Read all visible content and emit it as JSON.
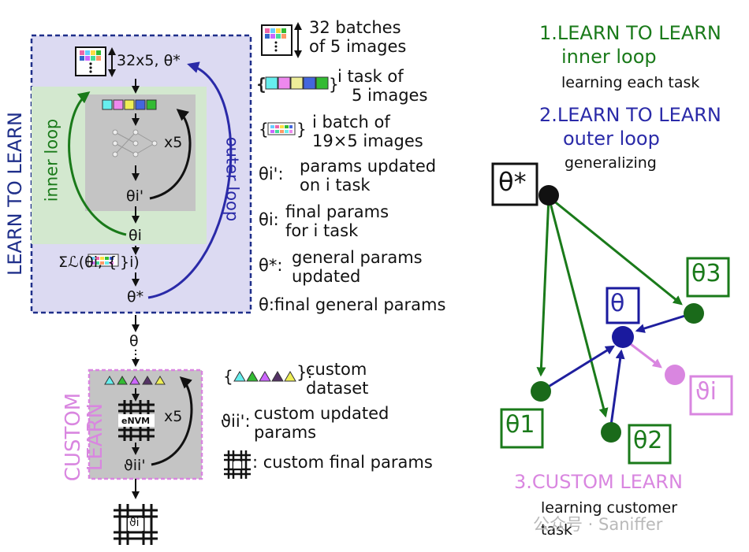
{
  "left": {
    "vertical_learn_to_learn": "LEARN TO LEARN",
    "inner_loop_label": "inner loop",
    "outer_loop_label": "outer loop",
    "batch_dims": "32x5, θ*",
    "repeat_inner": "x5",
    "theta_i_prime": "θi'",
    "theta_i": "θi",
    "loss_expr_prefix": "Σℒ(θi, {",
    "loss_expr_suffix": "}i)",
    "theta_star": "θ*",
    "theta": "θ",
    "vertical_custom": "CUSTOM",
    "vertical_learn": "LEARN",
    "custom_repeat": "x5",
    "envm": "eNVM",
    "vartheta_ii": "ϑii'",
    "bottom_vartheta": "ϑi"
  },
  "legend": {
    "batches_line1": "32 batches",
    "batches_line2": "of 5 images",
    "task_line1": "i task of",
    "task_line2": "5 images",
    "batch_line1": "i batch of",
    "batch_line2": "19×5 images",
    "params_updated_sym": "θi':",
    "params_updated_line1": "params updated",
    "params_updated_line2": "on i task",
    "final_params_sym": "θi:",
    "final_params_line1": "final params",
    "final_params_line2": "for i task",
    "general_sym": "θ*:",
    "general_line1": "general params",
    "general_line2": "updated",
    "final_general": "θ:final general params",
    "custom_dataset_suffix": "}:",
    "custom_dataset_line1": "custom",
    "custom_dataset_line2": "dataset",
    "custom_updated_sym": "ϑii':",
    "custom_updated_line1": "custom updated",
    "custom_updated_line2": "params",
    "custom_final": ": custom final params"
  },
  "right": {
    "heading1_a": "1.LEARN TO LEARN",
    "heading1_b": "inner loop",
    "heading1_c": "learning each task",
    "heading2_a": "2.LEARN TO LEARN",
    "heading2_b": "outer loop",
    "heading2_c": "generalizing",
    "theta_star_box": "θ*",
    "theta_center": "θ",
    "theta1": "θ1",
    "theta2": "θ2",
    "theta3": "θ3",
    "vartheta_i": "ϑi",
    "heading3_a": "3.CUSTOM LEARN",
    "heading3_b": "learning customer",
    "heading3_c": "task",
    "watermark": "公众号 · Saniffer"
  },
  "colors": {
    "green": "#1a7a1a",
    "blue": "#2a2aa8",
    "navy": "#1f2f8a",
    "pink": "#d986e0",
    "lavender_bg": "#dcdaf2",
    "mint_bg": "#d3e8cf",
    "grey_bg": "#c4c4c4"
  }
}
